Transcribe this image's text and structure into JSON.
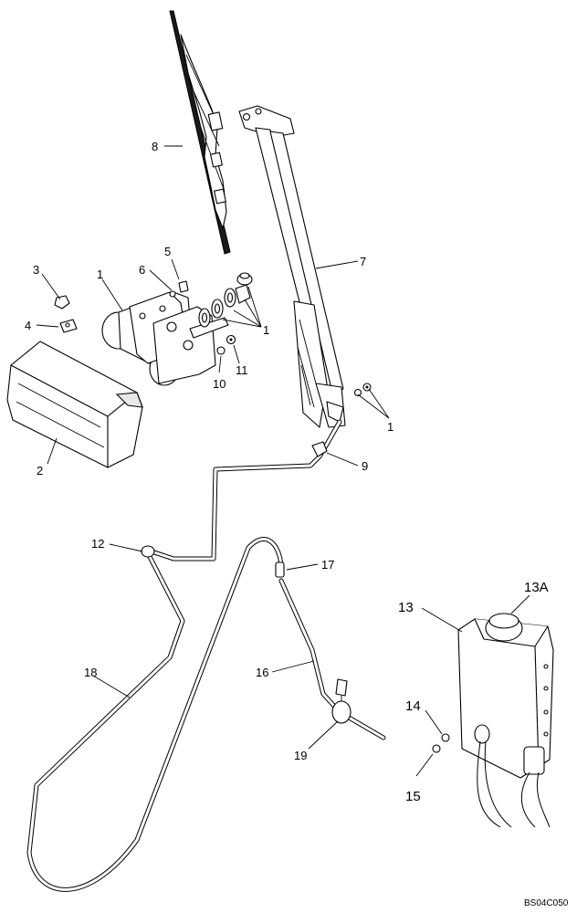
{
  "diagram": {
    "callouts": {
      "c1a": "1",
      "c1b": "1",
      "c1c": "1",
      "c2": "2",
      "c3": "3",
      "c4": "4",
      "c5": "5",
      "c6": "6",
      "c7": "7",
      "c8": "8",
      "c9": "9",
      "c10": "10",
      "c11": "11",
      "c12": "12",
      "c13": "13",
      "c13a": "13A",
      "c14": "14",
      "c15": "15",
      "c16": "16",
      "c17": "17",
      "c18": "18",
      "c19": "19"
    },
    "image_code": "BS04C050"
  }
}
